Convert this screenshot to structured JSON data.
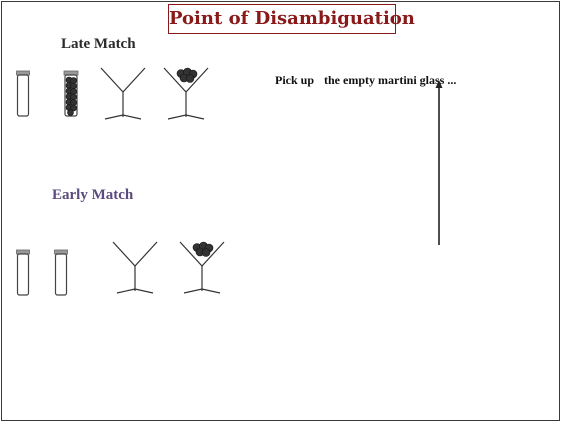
{
  "slide": {
    "title": "Point of Disambiguation"
  },
  "conditions": {
    "late": {
      "label": "Late Match",
      "objects": [
        "empty-tube",
        "tube-with-olives",
        "empty-martini-glass",
        "martini-glass-with-olives"
      ]
    },
    "early": {
      "label": "Early Match",
      "objects": [
        "empty-tube",
        "empty-tube",
        "empty-martini-glass",
        "martini-glass-with-olives"
      ]
    }
  },
  "instruction": {
    "part1": "Pick up",
    "part2": "the empty martini glass ..."
  },
  "colors": {
    "title": "#8a1a1a",
    "late_label": "#2b2b2b",
    "early_label": "#5a4a7e",
    "olive": "#333333",
    "cap": "#999999"
  }
}
